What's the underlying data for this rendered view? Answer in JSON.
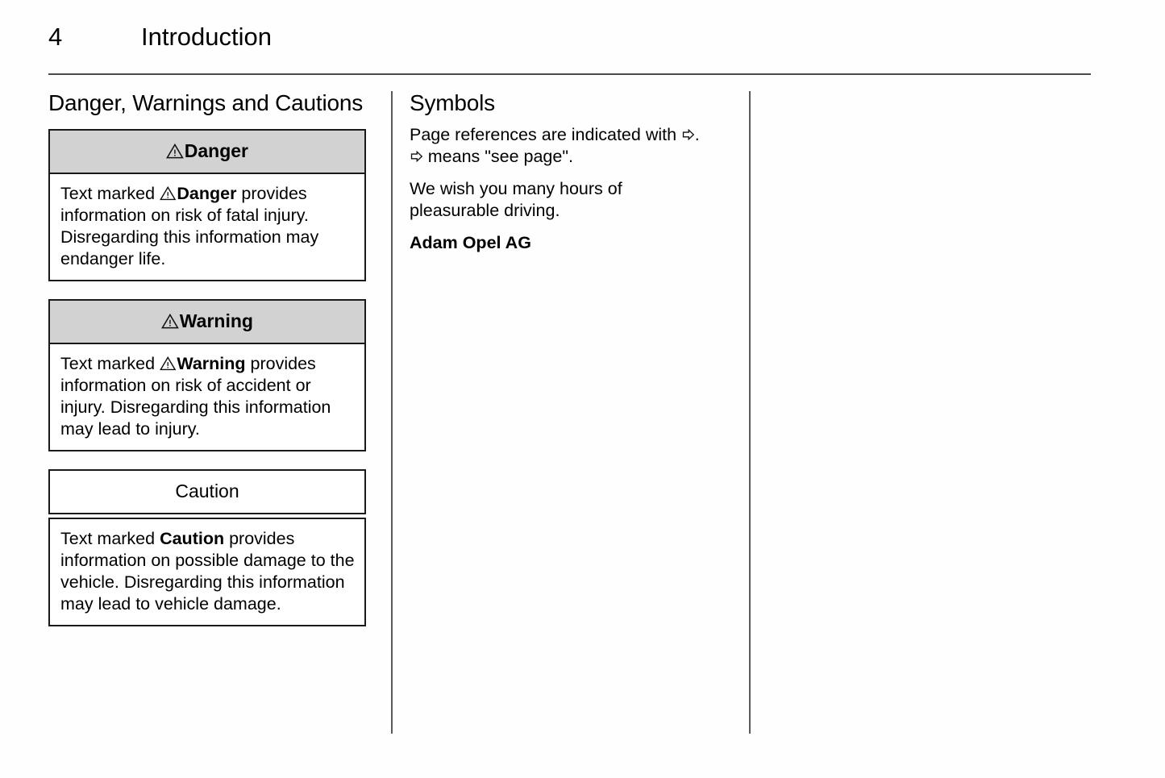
{
  "page": {
    "number": "4",
    "chapter": "Introduction"
  },
  "left_column": {
    "heading": "Danger, Warnings and Cautions",
    "notices": [
      {
        "id": "danger",
        "head_label": "Danger",
        "head_icon": "warning-triangle-icon",
        "head_style": "grey",
        "body_prefix": "Text marked ",
        "body_bold": "Danger",
        "body_suffix": " provides information on risk of fatal injury. Disregarding this information may endanger life."
      },
      {
        "id": "warning",
        "head_label": "Warning",
        "head_icon": "warning-triangle-icon",
        "head_style": "grey",
        "body_prefix": "Text marked ",
        "body_bold": "Warning",
        "body_suffix": " provides information on risk of accident or injury. Disregarding this information may lead to injury."
      },
      {
        "id": "caution",
        "head_label": "Caution",
        "head_icon": "none",
        "head_style": "white",
        "body_prefix": "Text marked ",
        "body_bold": "Caution",
        "body_suffix": " provides information on possible damage to the vehicle. Disregarding this information may lead to vehicle damage."
      }
    ]
  },
  "middle_column": {
    "heading": "Symbols",
    "symbol_icon": "right-arrow-icon",
    "paragraph_1_part_a": "Page references are indicated with ",
    "paragraph_1_part_b": ".",
    "paragraph_1_part_c": " means \"see page\".",
    "paragraph_2": "We wish you many hours of pleasurable driving.",
    "signature": "Adam Opel AG"
  },
  "colors": {
    "text": "#000000",
    "notice_header_grey": "#d2d2d2",
    "notice_border": "#1a1a1a",
    "rule": "#4a4a4a",
    "divider": "#5a5a5a",
    "page_background": "#fefefe"
  }
}
